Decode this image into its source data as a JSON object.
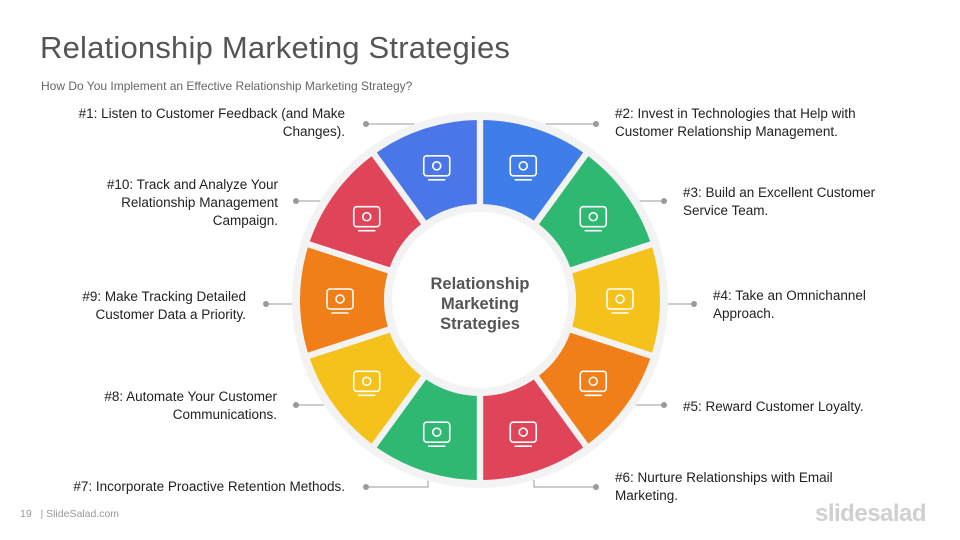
{
  "header": {
    "title": "Relationship Marketing Strategies",
    "subtitle": "How Do You Implement  an Effective Relationship  Marketing Strategy?"
  },
  "center": {
    "line1": "Relationship",
    "line2": "Marketing",
    "line3": "Strategies"
  },
  "strategies": [
    {
      "label": "#1: Listen to Customer Feedback (and Make Changes).",
      "color": "#4a76e8",
      "icon": "chat-bubbles-icon"
    },
    {
      "label": "#2: Invest in Technologies that Help with Customer Relationship Management.",
      "color": "#3f7ee8",
      "icon": "handshake-gear-icon"
    },
    {
      "label": "#3: Build an Excellent Customer Service Team.",
      "color": "#2eb872",
      "icon": "team-stars-icon"
    },
    {
      "label": "#4: Take an Omnichannel Approach.",
      "color": "#f5c21b",
      "icon": "network-people-icon"
    },
    {
      "label": "#5: Reward Customer Loyalty.",
      "color": "#f07f1a",
      "icon": "gift-hand-icon"
    },
    {
      "label": "#6: Nurture Relationships with Email Marketing.",
      "color": "#e04458",
      "icon": "email-megaphone-icon"
    },
    {
      "label": "#7: Incorporate Proactive Retention Methods.",
      "color": "#2eb872",
      "icon": "person-cycle-icon"
    },
    {
      "label": "#8: Automate Your Customer Communications.",
      "color": "#f5c21b",
      "icon": "megaphone-gear-icon"
    },
    {
      "label": "#9: Make Tracking Detailed Customer Data a Priority.",
      "color": "#f07f1a",
      "icon": "chart-magnifier-icon"
    },
    {
      "label": "#10: Track and Analyze Your Relationship Management Campaign.",
      "color": "#e04458",
      "icon": "clipboard-target-icon"
    }
  ],
  "footer": {
    "page_number": "19",
    "site": "| SlideSalad.com",
    "brand": "slidesalad"
  }
}
